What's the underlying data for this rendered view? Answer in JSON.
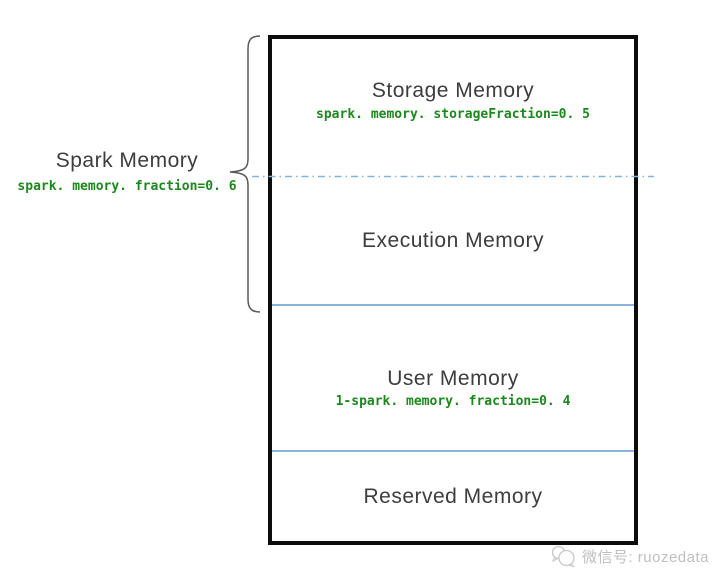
{
  "spark_memory_label": {
    "title": "Spark Memory",
    "config": "spark. memory. fraction=0. 6"
  },
  "memory_box": {
    "sections": [
      {
        "title": "Storage Memory",
        "config": "spark. memory. storageFraction=0. 5"
      },
      {
        "title": "Execution Memory",
        "config": ""
      },
      {
        "title": "User Memory",
        "config": "1-spark. memory. fraction=0. 4"
      },
      {
        "title": "Reserved Memory",
        "config": ""
      }
    ]
  },
  "watermark": {
    "icon": "wechat-icon",
    "text": "微信号: ruozedata"
  },
  "colors": {
    "box_border": "#0c0c0c",
    "title_text": "#3d3d3d",
    "config_green": "#1a8a1a",
    "divider_blue": "#8ab4e0",
    "dashdot_blue": "#85b3e1",
    "brace_gray": "#595959",
    "watermark_gray": "#bfbfbf"
  }
}
